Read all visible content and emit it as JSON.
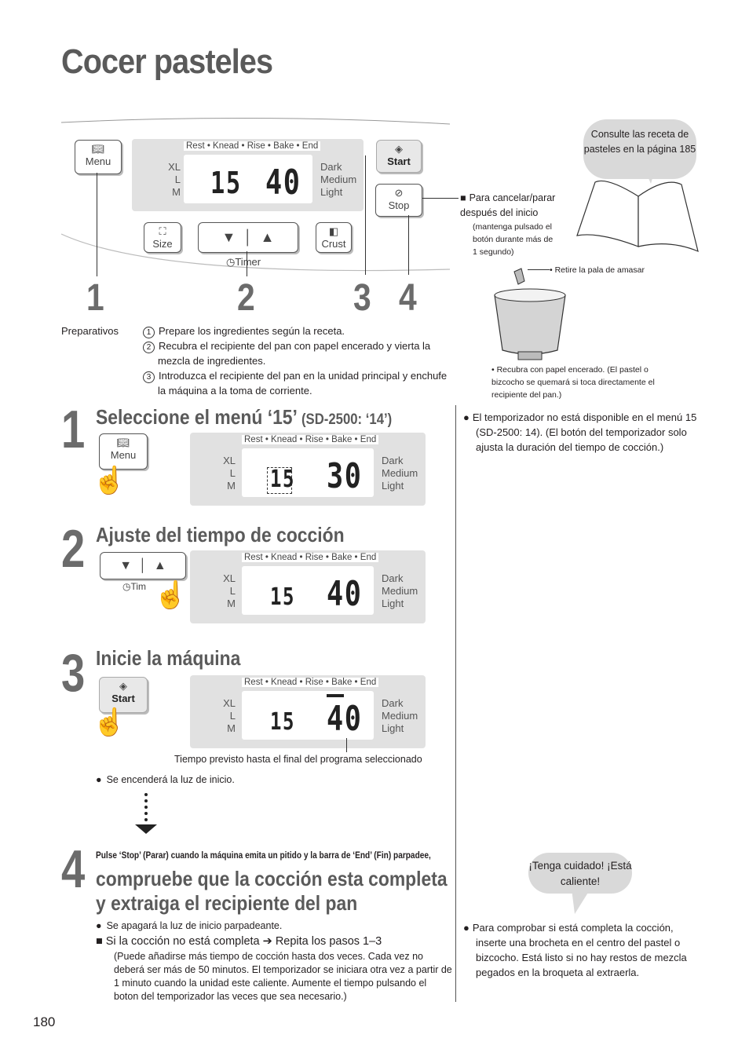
{
  "page_title": "Cocer pasteles",
  "page_number": "180",
  "panel": {
    "menu_label": "Menu",
    "start_label": "Start",
    "stop_label": "Stop",
    "size_label": "Size",
    "crust_label": "Crust",
    "timer_label": "Timer",
    "timer_short": "Tim",
    "prog_bar": "Rest • Knead • Rise • Bake • End",
    "size_levels": [
      "XL",
      "L",
      "M"
    ],
    "crust_levels": [
      "Dark",
      "Medium",
      "Light"
    ],
    "display_top": {
      "menu": "15",
      "time": "40"
    },
    "step_numbers": [
      "1",
      "2",
      "3",
      "4"
    ]
  },
  "side": {
    "bubble_recipe": "Consulte las receta de pasteles en la página 185",
    "stop_note_title": "Para cancelar/parar después del inicio",
    "stop_note_detail": "(mantenga pulsado el botón durante más de 1 segundo)",
    "blade_note": "• Retire la pala de amasar",
    "pan_note": "• Recubra con papel encerado. (El pastel o bizcocho se quemará si toca directamente el recipiente del pan.)"
  },
  "prep": {
    "label": "Preparativos",
    "items": [
      "Prepare los ingredientes según la receta.",
      "Recubra el recipiente del pan con papel encerado y vierta la mezcla de ingredientes.",
      "Introduzca el recipiente del pan en la unidad principal y enchufe la máquina a la toma de corriente."
    ],
    "markers": [
      "1",
      "2",
      "3"
    ]
  },
  "steps": [
    {
      "num": "1",
      "title": "Seleccione el menú ‘15’",
      "title_suffix": "(SD-2500: ‘14’)",
      "display": {
        "menu": "15",
        "time": "30"
      }
    },
    {
      "num": "2",
      "title": "Ajuste del tiempo de cocción",
      "display": {
        "menu": "15",
        "time": "40"
      }
    },
    {
      "num": "3",
      "title": "Inicie la máquina",
      "display": {
        "menu": "15",
        "time": "40"
      },
      "caption": "Tiempo previsto hasta el final del programa seleccionado",
      "note": "Se encenderá la luz de inicio."
    },
    {
      "num": "4",
      "pre": "Pulse ‘Stop’ (Parar) cuando la máquina emita un pitido y la barra de ‘End’ (Fin) parpadee,",
      "title_line1": "compruebe que la cocción esta completa",
      "title_line2": "y extraiga el recipiente del pan",
      "note": "Se apagará la luz de inicio parpadeante.",
      "incomplete": "Si la cocción no está completa ➔ Repita los pasos 1–3",
      "incomplete_detail": "(Puede añadirse más tiempo de cocción hasta dos veces. Cada vez no deberá ser más de 50 minutos. El temporizador se iniciara otra vez a partir de 1 minuto cuando la unidad este caliente. Aumente el tiempo pulsando el boton del temporizador las veces que sea necesario.)"
    }
  ],
  "right_notes": {
    "timer_note": "El temporizador no está disponible en el menú 15 (SD-2500: 14). (El botón del temporizador solo ajusta la duración del tiempo de cocción.)",
    "caution_bubble": "¡Tenga cuidado! ¡Está caliente!",
    "skewer_note": "Para comprobar si está completa la cocción, inserte una brocheta en el centro del pastel o bizcocho. Está listo si no hay restos de mezcla pegados en la broqueta al extraerla."
  },
  "colors": {
    "heading_gray": "#5a5a5a",
    "lcd_gray": "#e1e1e1",
    "bubble_gray": "#d9d9d9"
  }
}
